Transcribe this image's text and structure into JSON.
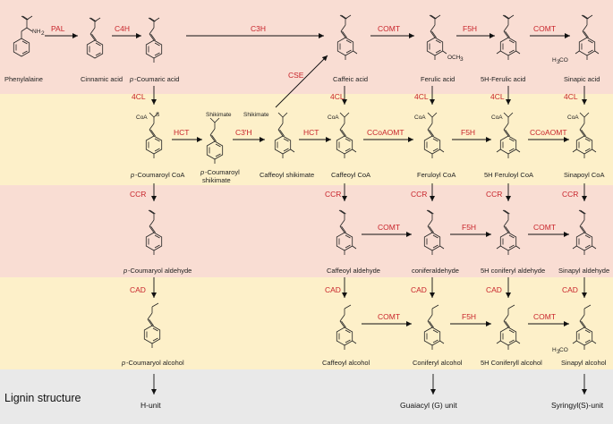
{
  "colors": {
    "row_pink": "#f9ddd3",
    "row_yellow": "#fdf0c9",
    "row_grey": "#e9e9e9",
    "enzyme": "#c8242b",
    "line": "#111111"
  },
  "enzymes": {
    "pal": "PAL",
    "c4h": "C4H",
    "c3h": "C3H",
    "comt": "COMT",
    "f5h": "F5H",
    "cse": "CSE",
    "fourcl": "4CL",
    "hct": "HCT",
    "c3h_prime": "C3'H",
    "ccoaomt": "CCoAOMT",
    "ccr": "CCR",
    "cad": "CAD"
  },
  "substituents": {
    "nh2": "NH",
    "nh2_sub": "2",
    "och3": "OCH",
    "och3_sub": "3",
    "h3co": "H",
    "h3co_mid": "3",
    "h3co_tail": "CO",
    "coa": "CoA",
    "s": "S",
    "shikimate": "Shikimate"
  },
  "row1": {
    "phenylalaine": "Phenylalaine",
    "cinnamic": "Cinnamic acid",
    "p_prefix": "p",
    "coumaric": "-Coumaric acid",
    "caffeic": "Caffeic acid",
    "ferulic": "Ferulic acid",
    "hydroxyferulic": "5H-Ferulic acid",
    "sinapic": "Sinapic acid"
  },
  "row2": {
    "p_prefix": "p",
    "coumaroyl_coa": "-Coumaroyl CoA",
    "coumaroyl_shik_1": "-Coumaroyl",
    "coumaroyl_shik_2": "shikimate",
    "caffeoyl_shik": "Caffeoyl shikimate",
    "caffeoyl_coa": "Caffeoyl CoA",
    "feruloyl_coa": "Feruloyl CoA",
    "hydroxyferuloyl_coa": "5H Feruloyl CoA",
    "sinapoyl_coa": "Sinapoyl CoA"
  },
  "row3": {
    "p_prefix": "p",
    "coumaryl_ald": "-Coumaryol aldehyde",
    "caffeoyl_ald": "Caffeoyl aldehyde",
    "coniferaldehyde": "coniferaldehyde",
    "hydroxyconiferyl_ald": "5H coniferyl aldehyde",
    "sinapyl_ald": "Sinapyl aldehyde"
  },
  "row4": {
    "p_prefix": "p",
    "coumaryl_alc": "-Coumaryol alcohol",
    "caffeoyl_alc": "Caffeoyl alcohol",
    "coniferyl_alc": "Coniferyl alcohol",
    "hydroxyconiferyl_alc": "5H Coniferyll alcohol",
    "sinapyl_alc": "Sinapyl alcohol"
  },
  "lignin": {
    "title": "Lignin structure",
    "h_unit": "H-unit",
    "g_unit": "Guaiacyl (G) unit",
    "s_unit": "Syringyl(S)-unit"
  }
}
